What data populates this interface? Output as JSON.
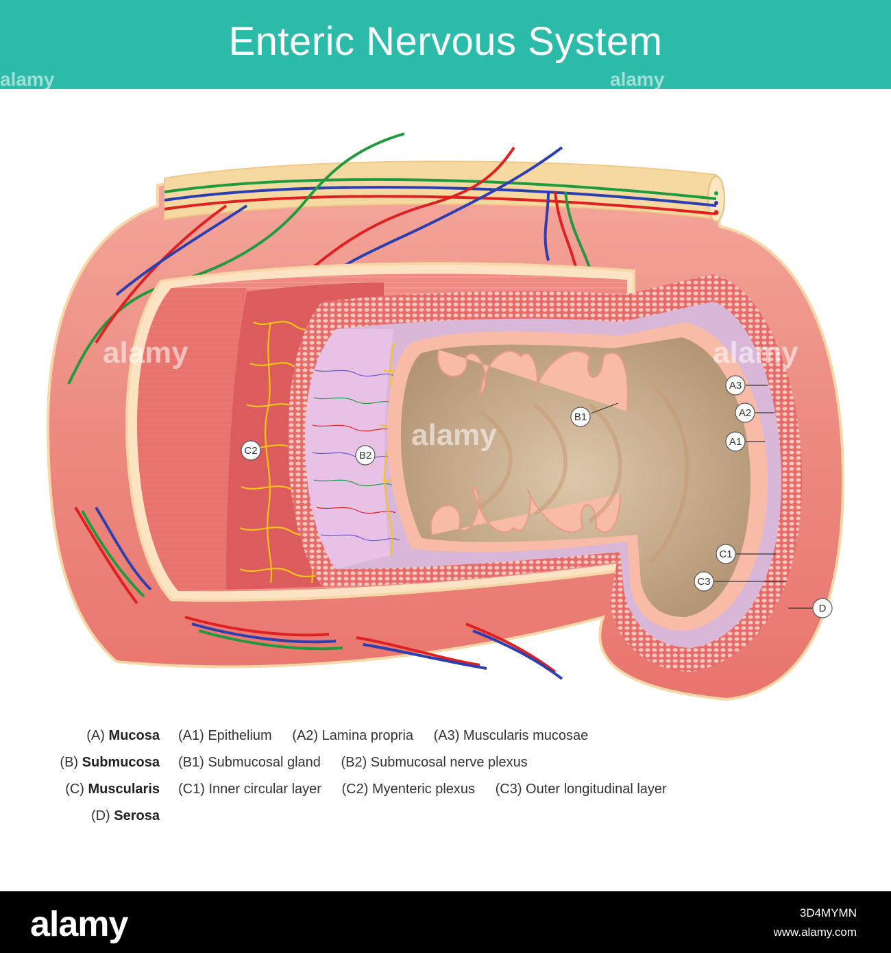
{
  "title": "Enteric Nervous System",
  "watermark": "alamy",
  "colors": {
    "header": "#2cbba8",
    "tissue": "#ee8a82",
    "serosa": "#f6d9a0",
    "nerve_red": "#e02020",
    "nerve_blue": "#2b3fb0",
    "nerve_green": "#1f9a3e",
    "plexus": "#f5c518",
    "lumen": "#c9ad8e"
  },
  "markers": {
    "a1": "A1",
    "a2": "A2",
    "a3": "A3",
    "b1": "B1",
    "b2": "B2",
    "c1": "C1",
    "c2": "C2",
    "c3": "C3",
    "d": "D"
  },
  "legend": [
    {
      "code": "(A)",
      "name": "Mucosa",
      "subs": [
        "(A1) Epithelium",
        "(A2) Lamina propria",
        "(A3) Muscularis mucosae"
      ]
    },
    {
      "code": "(B)",
      "name": "Submucosa",
      "subs": [
        "(B1) Submucosal gland",
        "(B2) Submucosal nerve plexus"
      ]
    },
    {
      "code": "(C)",
      "name": "Muscularis",
      "subs": [
        "(C1) Inner circular layer",
        "(C2) Myenteric plexus",
        "(C3) Outer longitudinal layer"
      ]
    },
    {
      "code": "(D)",
      "name": "Serosa",
      "subs": []
    }
  ],
  "footer": {
    "brand": "alamy",
    "image_id": "3D4MYMN",
    "site": "www.alamy.com"
  }
}
